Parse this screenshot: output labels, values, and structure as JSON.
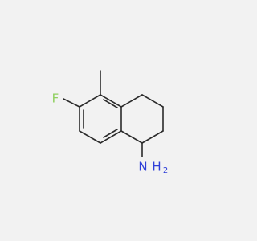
{
  "molecule": {
    "atoms": {
      "fluorine": {
        "symbol": "F",
        "color": "#8fcf5f"
      },
      "amine": {
        "symbol": "NH2",
        "n": "N",
        "h": "H",
        "h_sub": "2",
        "color": "#2f3fd8"
      }
    },
    "bond_color": "#2b2b2b",
    "background": "#f2f2f2"
  }
}
